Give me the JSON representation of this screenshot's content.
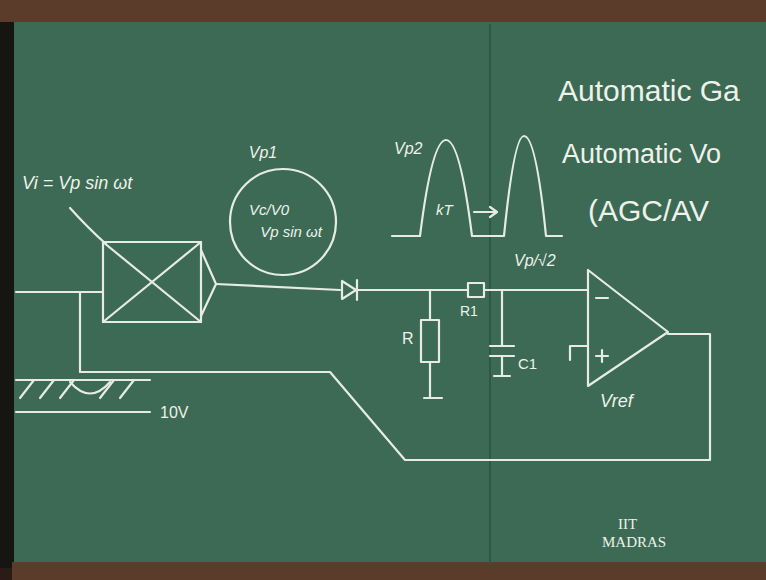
{
  "diagram": {
    "nodes": [
      {
        "text": [
          "Vp1",
          "Vc/V0",
          "Vp sin ωt"
        ]
      }
    ],
    "labels": [
      "Vi = Vp sin ωt",
      "Vp2",
      "kT",
      "Vp/√2",
      "R",
      "R1",
      "C1",
      "Vref",
      "10V",
      "Automatic Ga",
      "Automatic Vo",
      "(AGC/AV",
      "IIT",
      "MADRAS"
    ]
  }
}
